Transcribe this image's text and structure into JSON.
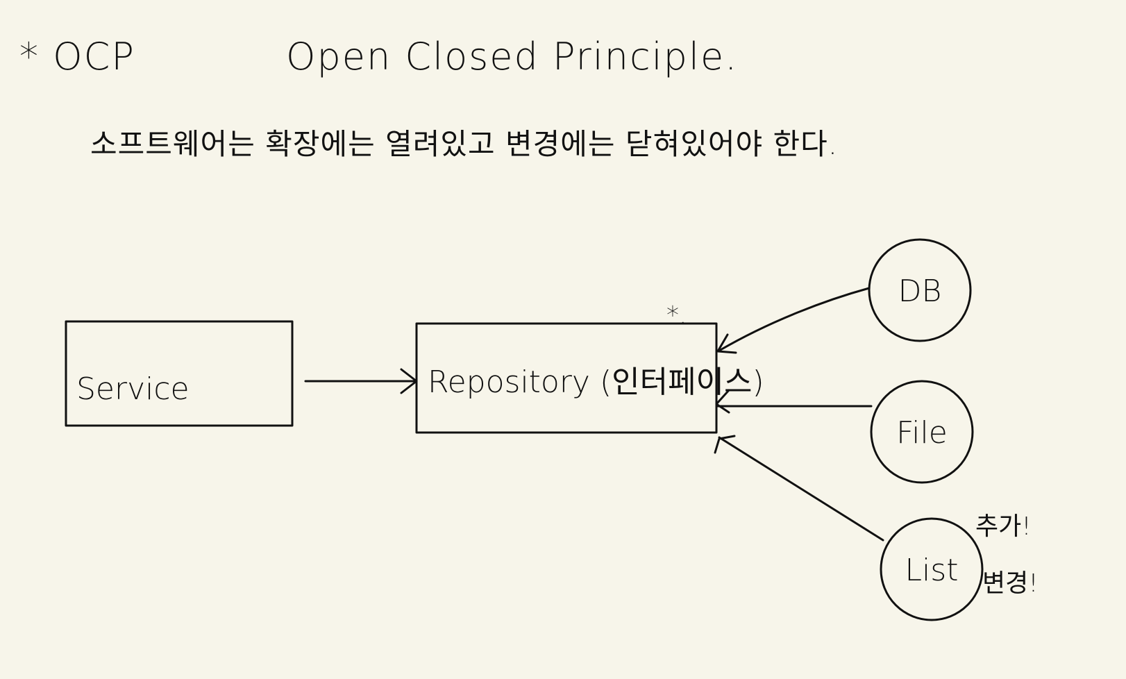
{
  "header": {
    "marker": "* OCP",
    "name": "Open   Closed   Principle."
  },
  "statement": "소프트웨어는   확장에는   열려있고     변경에는   닫혀있어야   한다.",
  "diagram": {
    "service": "Service",
    "repository": "Repository (인터페이스)",
    "repository_marker": "*.",
    "implementations": [
      "DB",
      "File",
      "List"
    ],
    "notes": [
      "추가!",
      "변경!"
    ]
  }
}
